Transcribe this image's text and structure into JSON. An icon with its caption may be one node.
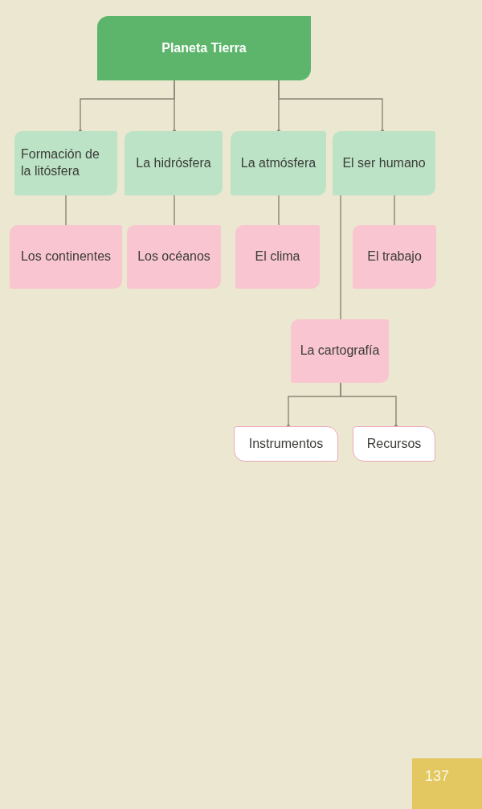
{
  "diagram": {
    "nodes": [
      {
        "text": [
          "Planeta Tierra"
        ]
      },
      {
        "text": [
          "Formación de la litósfera"
        ]
      },
      {
        "text": [
          "La hidrósfera"
        ]
      },
      {
        "text": [
          "La atmósfera"
        ]
      },
      {
        "text": [
          "El ser humano"
        ]
      },
      {
        "text": [
          "Los continentes"
        ]
      },
      {
        "text": [
          "Los océanos"
        ]
      },
      {
        "text": [
          "El clima"
        ]
      },
      {
        "text": [
          "El trabajo"
        ]
      },
      {
        "text": [
          "La cartografía"
        ]
      },
      {
        "text": [
          "Instrumentos"
        ]
      },
      {
        "text": [
          "Recursos"
        ]
      }
    ],
    "edges": [
      {
        "from": 0,
        "to": 1,
        "arrow": "other"
      },
      {
        "from": 0,
        "to": 2,
        "arrow": "other"
      },
      {
        "from": 0,
        "to": 3,
        "arrow": "other"
      },
      {
        "from": 0,
        "to": 4,
        "arrow": "other"
      },
      {
        "from": 1,
        "to": 5,
        "arrow": "none"
      },
      {
        "from": 2,
        "to": 6,
        "arrow": "none"
      },
      {
        "from": 3,
        "to": 7,
        "arrow": "none"
      },
      {
        "from": 4,
        "to": 8,
        "arrow": "none"
      },
      {
        "from": 4,
        "to": 9,
        "arrow": "none"
      },
      {
        "from": 9,
        "to": 10,
        "arrow": "other"
      },
      {
        "from": 9,
        "to": 11,
        "arrow": "other"
      }
    ],
    "labels": [
      "137"
    ]
  }
}
